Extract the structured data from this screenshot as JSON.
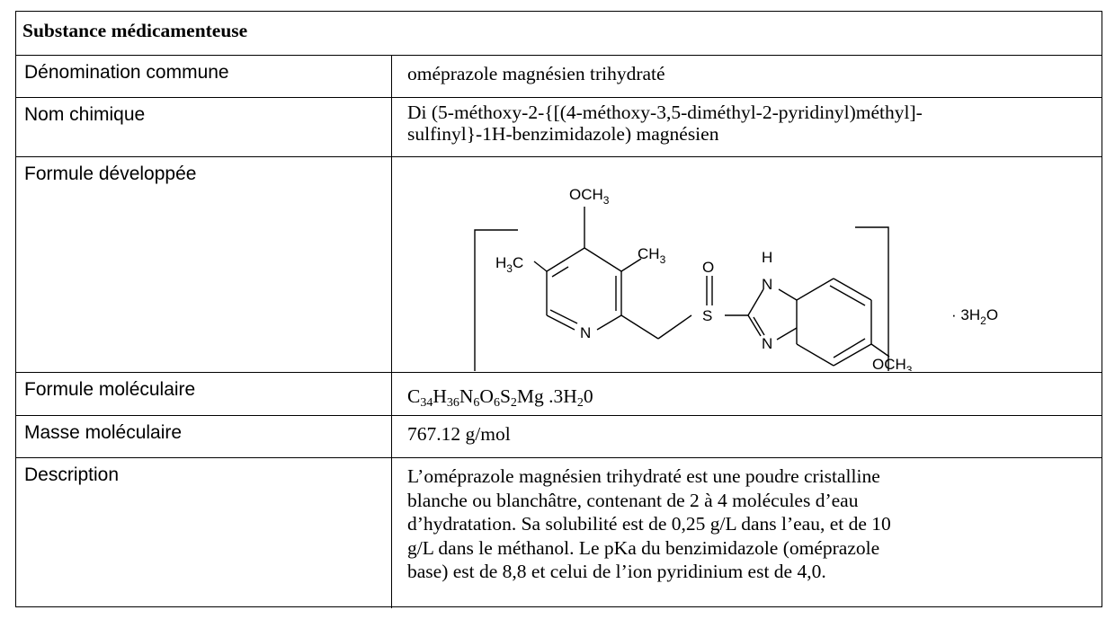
{
  "table": {
    "header": "Substance médicamenteuse",
    "rows": [
      {
        "label": "Dénomination commune",
        "value": "oméprazole magnésien trihydraté"
      },
      {
        "label": "Nom chimique",
        "value_line1": "Di (5-méthoxy-2-{[(4-méthoxy-3,5-diméthyl-2-pyridinyl)méthyl]-",
        "value_line2": "sulfinyl}-1H-benzimidazole) magnésien"
      },
      {
        "label": "Formule développée"
      },
      {
        "label": "Formule moléculaire"
      },
      {
        "label": "Masse moléculaire",
        "value": "767.12 g/mol"
      },
      {
        "label": "Description",
        "lines": [
          "L’oméprazole magnésien trihydraté est une poudre cristalline",
          "blanche ou blanchâtre, contenant de 2 à 4 molécules d’eau",
          "d’hydratation. Sa solubilité est de 0,25 g/L dans l’eau, et de 10",
          "g/L dans le méthanol. Le pKa du benzimidazole (oméprazole",
          "base) est de 8,8 et celui de l’ion pyridinium est de 4,0."
        ]
      }
    ]
  },
  "structure": {
    "och3_top": "OCH",
    "h3c": "H",
    "h3c_sub": "3",
    "h3c_tail": "C",
    "ch3": "CH",
    "sub3": "3",
    "o": "O",
    "s": "S",
    "h": "H",
    "n": "N",
    "och3_bottom": "OCH",
    "hydrate": "· 3H",
    "hydrate_sub": "2",
    "hydrate_tail": "O"
  },
  "formula": {
    "parts": [
      {
        "t": "C"
      },
      {
        "s": "34"
      },
      {
        "t": "H"
      },
      {
        "s": "36"
      },
      {
        "t": "N"
      },
      {
        "s": "6"
      },
      {
        "t": "O"
      },
      {
        "s": "6"
      },
      {
        "t": "S"
      },
      {
        "s": "2"
      },
      {
        "t": "Mg .3H"
      },
      {
        "s": "2"
      },
      {
        "t": "0"
      }
    ]
  }
}
